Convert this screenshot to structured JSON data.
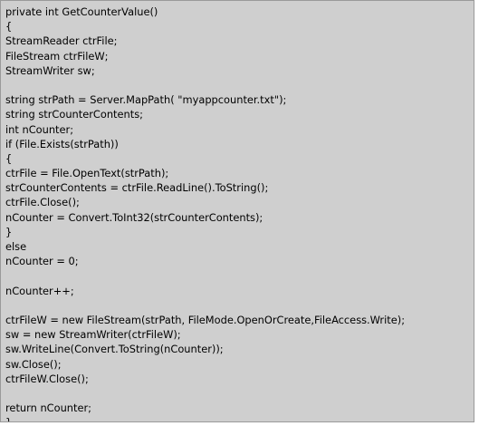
{
  "code": {
    "lines": [
      "private int GetCounterValue()",
      "{",
      "StreamReader ctrFile;",
      "FileStream ctrFileW;",
      "StreamWriter sw;",
      "",
      "string strPath = Server.MapPath( \"myappcounter.txt\");",
      "string strCounterContents;",
      "int nCounter;",
      "if (File.Exists(strPath))",
      "{",
      "ctrFile = File.OpenText(strPath);",
      "strCounterContents = ctrFile.ReadLine().ToString();",
      "ctrFile.Close();",
      "nCounter = Convert.ToInt32(strCounterContents);",
      "}",
      "else",
      "nCounter = 0;",
      "",
      "nCounter++;",
      "",
      "ctrFileW = new FileStream(strPath, FileMode.OpenOrCreate,FileAccess.Write);",
      "sw = new StreamWriter(ctrFileW);",
      "sw.WriteLine(Convert.ToString(nCounter));",
      "sw.Close();",
      "ctrFileW.Close();",
      "",
      "return nCounter;",
      "}"
    ]
  }
}
